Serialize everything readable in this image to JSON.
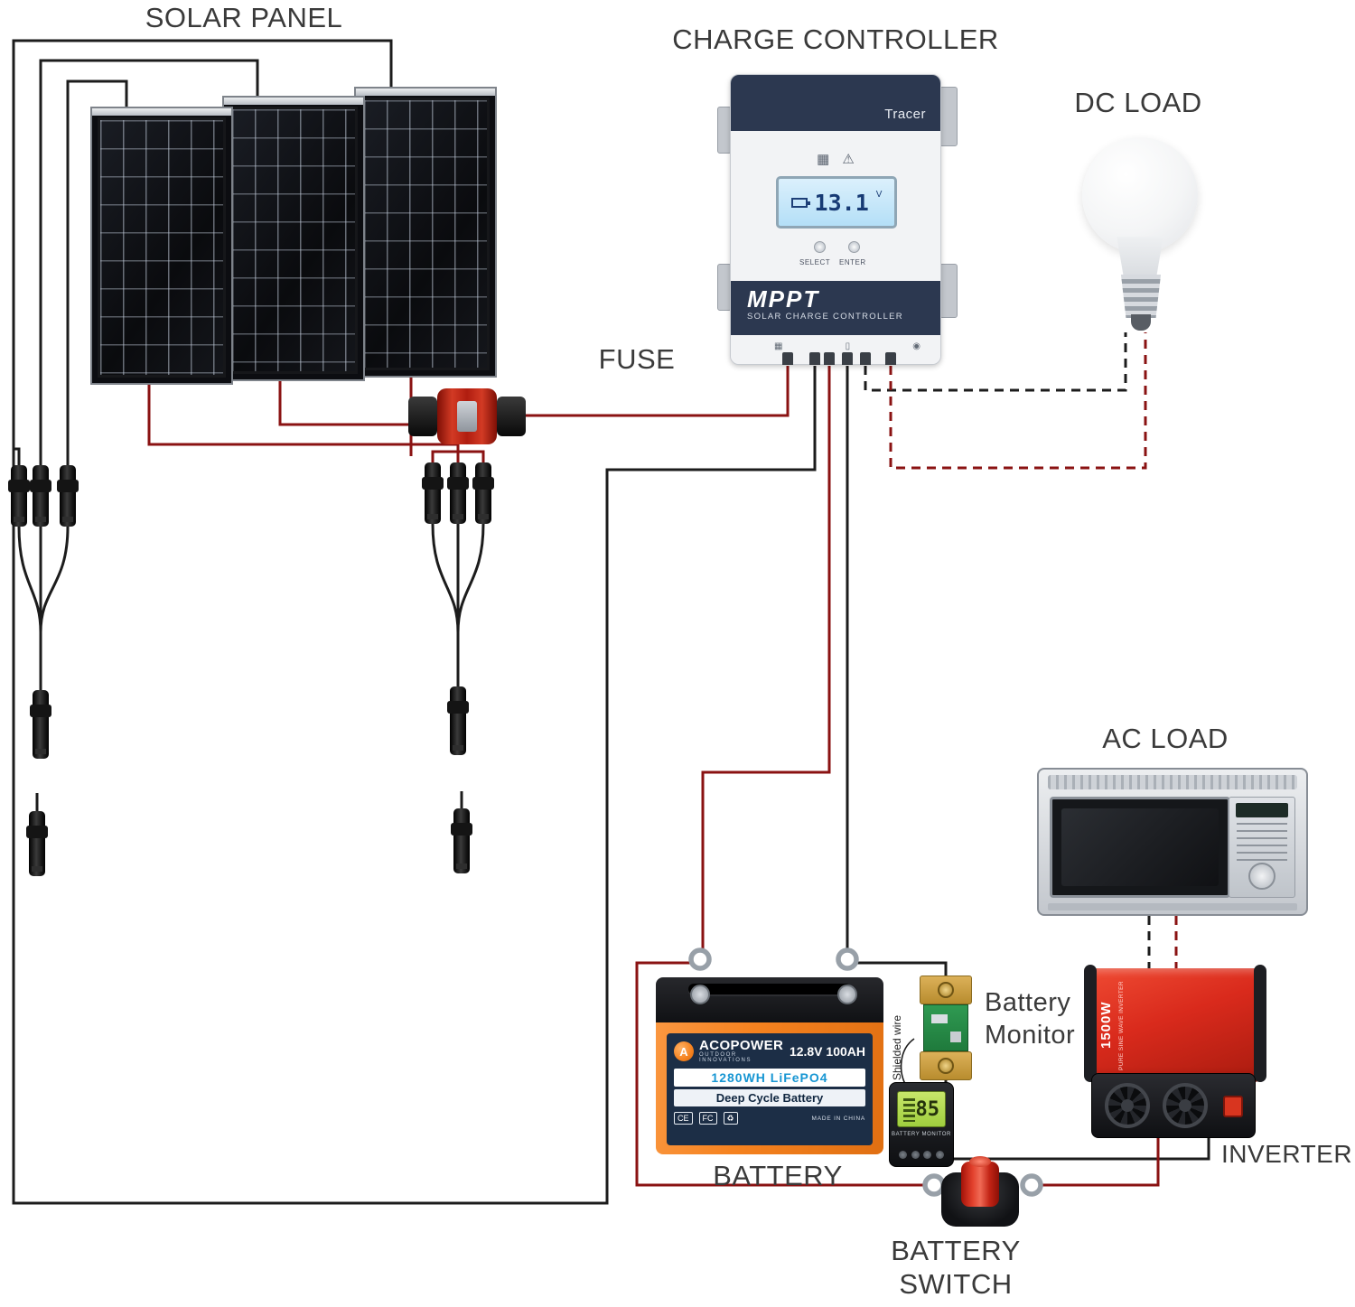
{
  "labels": {
    "solar_panel": "SOLAR PANEL",
    "charge_controller": "CHARGE CONTROLLER",
    "dc_load": "DC LOAD",
    "fuse": "FUSE",
    "ac_load": "AC LOAD",
    "battery_monitor_line1": "Battery",
    "battery_monitor_line2": "Monitor",
    "battery": "BATTERY",
    "inverter": "INVERTER",
    "battery_switch_line1": "BATTERY",
    "battery_switch_line2": "SWITCH",
    "shielded_wire": "Shielded wire"
  },
  "charge_controller": {
    "brand": "Tracer",
    "panel_icon": "▦",
    "warning_icon": "⚠",
    "lcd_value": "13.1",
    "lcd_unit": "V",
    "select_label": "SELECT",
    "enter_label": "ENTER",
    "mppt": "MPPT",
    "subtitle": "SOLAR CHARGE CONTROLLER",
    "terminal_icons": [
      "▦",
      "▯",
      "◉"
    ]
  },
  "battery": {
    "logo_glyph": "A",
    "brand": "ACOPOWER",
    "brand_tagline": "OUTDOOR INNOVATIONS",
    "rating": "12.8V 100AH",
    "energy": "1280WH LiFePO4",
    "type": "Deep Cycle Battery",
    "badges": [
      "CE",
      "FC",
      "♻"
    ],
    "origin": "MADE IN CHINA"
  },
  "battery_monitor": {
    "reading": "85",
    "device_label": "BATTERY MONITOR"
  },
  "inverter": {
    "power": "1500W",
    "subtitle": "PURE SINE WAVE INVERTER"
  },
  "colors": {
    "wire_red": "#8a1212",
    "wire_black": "#1c1c1c",
    "battery_orange": "#f5821f",
    "inverter_red": "#d92a1c",
    "controller_navy": "#2c3850",
    "label_text": "#3a3a3a"
  }
}
